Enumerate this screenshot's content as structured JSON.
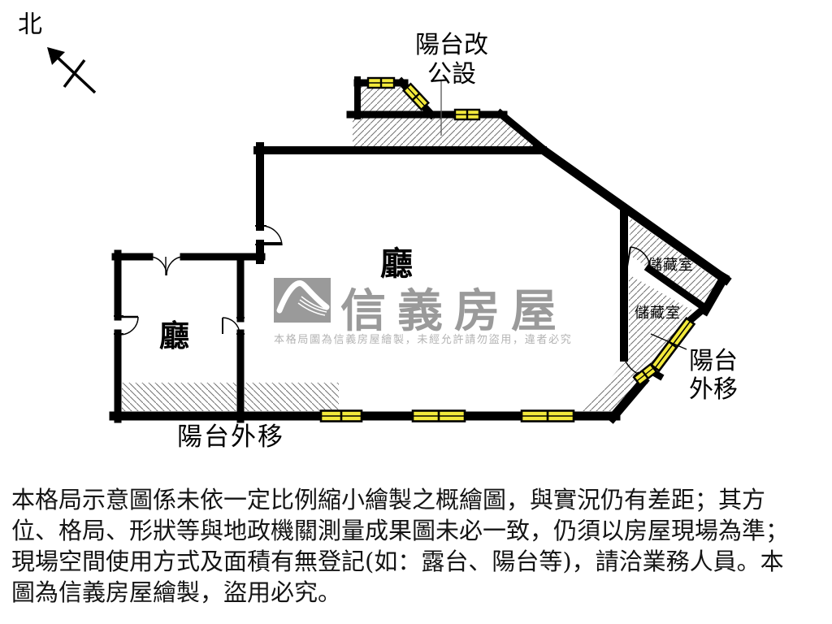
{
  "compass": {
    "label": "北"
  },
  "plan": {
    "labels": {
      "balcony_public_line1": "陽台改",
      "balcony_public_line2": "公設",
      "main_hall": "廳",
      "left_hall": "廳",
      "storage_1": "儲藏室",
      "storage_2": "儲藏室",
      "balcony_right_line1": "陽台",
      "balcony_right_line2": "外移",
      "balcony_bottom": "陽台外移"
    },
    "colors": {
      "wall": "#000000",
      "window_fill": "#f2e93b",
      "hatch": "#707070"
    }
  },
  "watermark": {
    "brand": "信義房屋",
    "notice": "本格局圖為信義房屋繪製，未經允許請勿盜用，違者必究",
    "logo_color": "#9a9a9a"
  },
  "disclaimer": {
    "lines": [
      "本格局示意圖係未依一定比例縮小繪製之概繪圖，與實況仍有差距；其方",
      "位、格局、形狀等與地政機關測量成果圖未必一致，仍須以房屋現場為準；",
      "現場空間使用方式及面積有無登記(如：露台、陽台等)，請洽業務人員。本",
      "圖為信義房屋繪製，盜用必究。"
    ]
  }
}
